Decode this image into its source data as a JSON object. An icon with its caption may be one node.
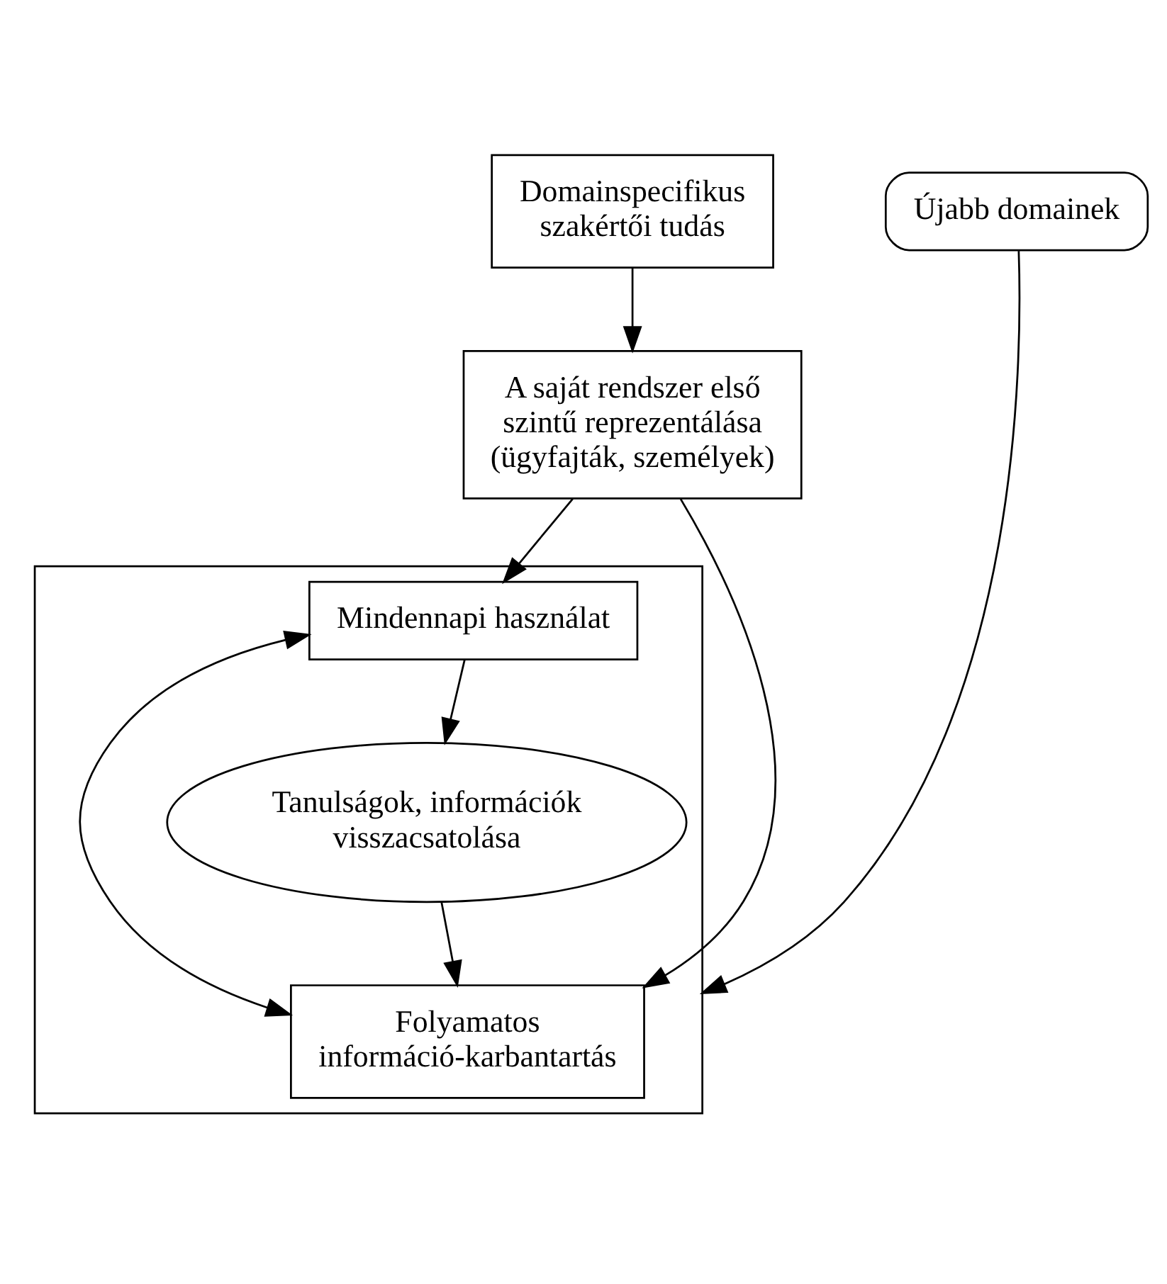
{
  "diagram": {
    "nodes": [
      {
        "text": [
          "Domainspecifikus szakértői tudás"
        ]
      },
      {
        "text": [
          "Újabb domainek"
        ]
      },
      {
        "text": [
          "A saját rendszer első szintű reprezentálása (ügyfajták, személyek)"
        ]
      },
      {
        "text": [],
        "shape": "box"
      },
      {
        "text": [
          "Folyamatos információ-karbantartás"
        ],
        "in": 3
      },
      {
        "text": [
          "Mindennapi használat"
        ],
        "in": 3
      },
      {
        "text": [
          "Tanulságok, információk visszacsatolása"
        ],
        "in": 3
      }
    ],
    "edges": [
      {
        "from": 0,
        "to": 2,
        "arrow": "to"
      },
      {
        "from": 1,
        "to": 3,
        "arrow": "to"
      },
      {
        "from": 2,
        "to": 4,
        "arrow": "to"
      },
      {
        "from": 2,
        "to": 5,
        "arrow": "to"
      },
      {
        "from": 4,
        "to": 5,
        "arrow": "both"
      },
      {
        "from": 5,
        "to": 6,
        "arrow": "to"
      },
      {
        "from": 6,
        "to": 4,
        "arrow": "to"
      }
    ]
  }
}
